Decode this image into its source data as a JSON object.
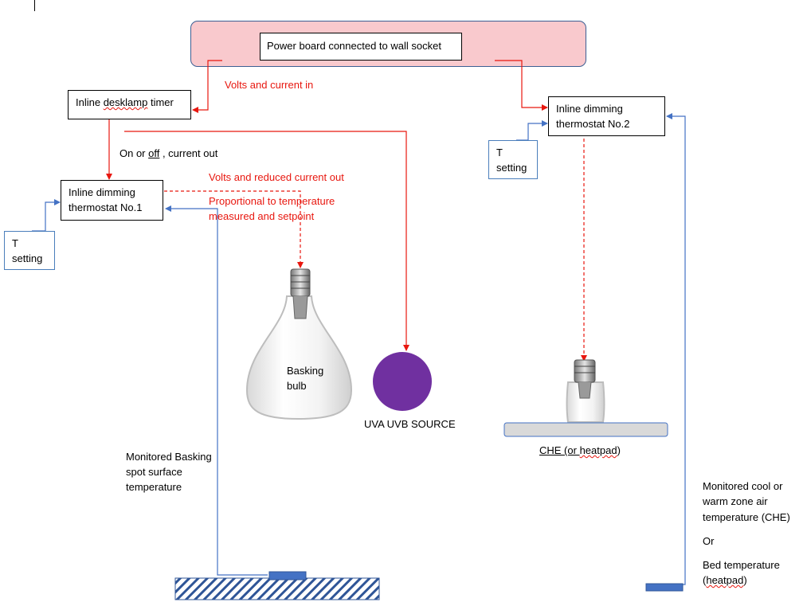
{
  "labels": {
    "power_board": "Power board connected to wall socket",
    "volts_current_in": "Volts and current in",
    "timer_prefix": "Inline ",
    "timer_word": "desklamp",
    "timer_suffix": " timer",
    "on_or": "On or ",
    "off": "off",
    "current_out": " , current out",
    "thermo1_line1": "Inline dimming",
    "thermo1_line2": "thermostat No.1",
    "thermo2_line1": "Inline dimming",
    "thermo2_line2": "thermostat No.2",
    "t_setting1_line1": "T",
    "t_setting1_line2": "setting",
    "t_setting2_line1": "T",
    "t_setting2_line2": "setting",
    "volts_reduced": "Volts and reduced current out",
    "proportional_line1": "Proportional to temperature",
    "proportional_line2": "measured and setpoint",
    "basking_bulb_line1": "Basking",
    "basking_bulb_line2": "bulb",
    "uva_uvb": "UVA UVB SOURCE",
    "che_prefix": "CHE  (or ",
    "heatpad_word": "heatpad",
    "che_suffix": ")",
    "monitored_basking_line1": "Monitored Basking",
    "monitored_basking_line2": "spot surface",
    "monitored_basking_line3": "temperature",
    "monitored_cool_line1": "Monitored cool or",
    "monitored_cool_line2": "warm zone air",
    "monitored_cool_line3": "temperature (CHE)",
    "or": "Or",
    "bed_temp": "Bed temperature",
    "heatpad_paren_open": "(",
    "heatpad_paren_word": "heatpad",
    "heatpad_paren_close": ")"
  },
  "colors": {
    "power_wire": "#e8170f",
    "sensor_wire": "#4472c4",
    "power_board_fill": "#f9c9cd",
    "uv_source": "#7030a0",
    "sensor_probe": "#4472c4",
    "che_plate": "#d9d9d9"
  }
}
